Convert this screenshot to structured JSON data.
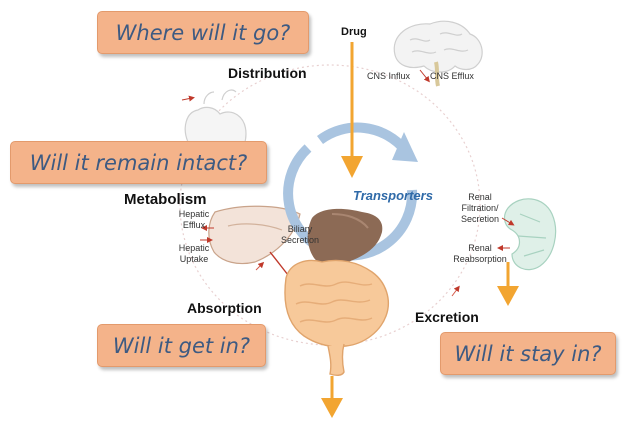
{
  "questions": {
    "distribution": "Where will it go?",
    "metabolism": "Will it remain intact?",
    "absorption": "Will it get in?",
    "excretion": "Will it stay in?"
  },
  "labels": {
    "drug": "Drug",
    "distribution": "Distribution",
    "metabolism": "Metabolism",
    "absorption": "Absorption",
    "excretion": "Excretion",
    "transporters": "Transporters",
    "cns_influx": "CNS Influx",
    "cns_efflux": "CNS Efflux",
    "hepatic_efflux": "Hepatic Efflux",
    "hepatic_uptake": "Hepatic Uptake",
    "biliary_secretion": "Biliary Secretion",
    "renal_filtration": "Renal Filtration/ Secretion",
    "renal_reabsorption": "Renal Reabsorption"
  },
  "colors": {
    "question_fill": "#f4b38a",
    "question_text": "#3d5a82",
    "drug_arrow": "#f2a531",
    "transporter_ring": "#a9c4e0",
    "cycle_line": "#e8d0d0"
  }
}
